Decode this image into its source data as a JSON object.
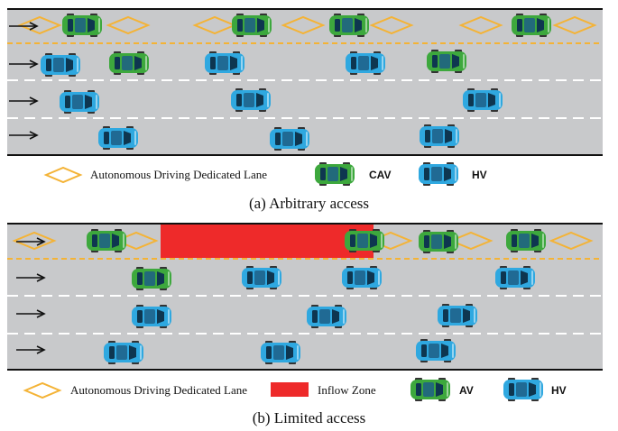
{
  "panels": [
    {
      "id": "a",
      "caption": "(a) Arbitrary access",
      "legend": [
        {
          "kind": "diamond",
          "label": "Autonomous Driving Dedicated Lane"
        },
        {
          "kind": "car-green",
          "label": "CAV"
        },
        {
          "kind": "car-blue",
          "label": "HV"
        }
      ]
    },
    {
      "id": "b",
      "caption": "(b) Limited access",
      "legend": [
        {
          "kind": "diamond",
          "label": "Autonomous Driving Dedicated Lane"
        },
        {
          "kind": "rect-red",
          "label": "Inflow Zone"
        },
        {
          "kind": "car-green",
          "label": "AV"
        },
        {
          "kind": "car-blue",
          "label": "HV"
        }
      ]
    }
  ],
  "colors": {
    "road": "#c8c9cb",
    "lane_dash": "#ffffff",
    "dedicated_line": "#f4b336",
    "diamond": "#f4b336",
    "cav": "#3da83d",
    "hv": "#2fa8e0",
    "inflow_zone": "#ee2a2a",
    "border": "#111111"
  },
  "icons": [
    "arrow-right-icon",
    "diamond-marker-icon",
    "green-car-icon",
    "blue-car-icon"
  ]
}
